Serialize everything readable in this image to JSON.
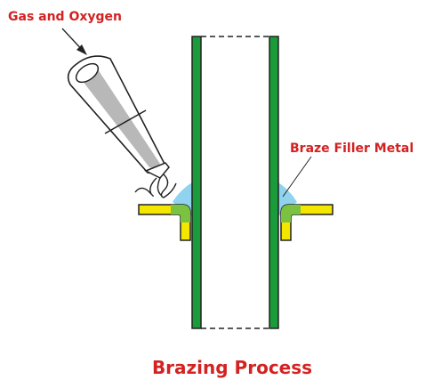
{
  "labels": {
    "gas": "Gas and Oxygen",
    "filler": "Braze Filler Metal",
    "title": "Brazing Process"
  },
  "colors": {
    "label_red": "#d32222",
    "tube_green": "#1a9c3a",
    "flange_yellow": "#f3e600",
    "filler_blue": "#8fd3ef",
    "outline": "#222222"
  },
  "icons": {
    "torch": "torch-icon",
    "flame": "flame-icon"
  }
}
